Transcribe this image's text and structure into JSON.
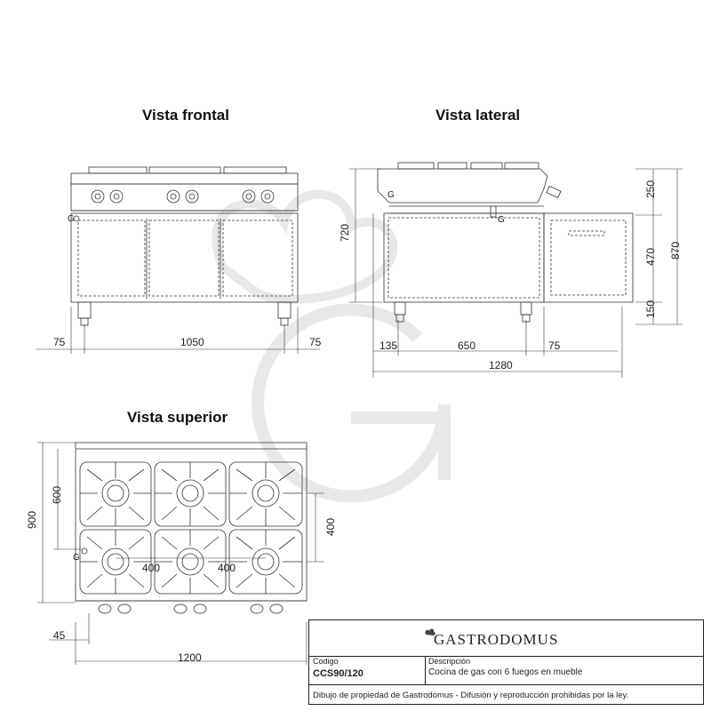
{
  "views": {
    "frontal": "Vista frontal",
    "lateral": "Vista lateral",
    "superior": "Vista superior"
  },
  "gas_label": "G",
  "dimensions": {
    "frontal": {
      "left_margin": "75",
      "width": "1050",
      "right_margin": "75"
    },
    "lateral": {
      "left_margin": "135",
      "depth": "650",
      "right_margin": "75",
      "total_depth": "1280",
      "height_top": "250",
      "height_mid": "470",
      "height_legs": "150",
      "height_work": "720",
      "height_total": "870"
    },
    "superior": {
      "depth_total": "900",
      "depth_front": "600",
      "burner_pitch_depth": "400",
      "burner_pitch_1": "400",
      "burner_pitch_2": "400",
      "offset_left": "45",
      "width": "1200"
    }
  },
  "titleblock": {
    "brand": "GASTRODOMUS",
    "codigo_label": "Codigo",
    "codigo_value": "CCS90/120",
    "descripcion_label": "Descripción",
    "descripcion_value": "Cocina de gas con 6 fuegos en mueble",
    "footer": "Dibujo de propiedad de Gastrodomus - Difusión y reproducción prohibidas por la ley."
  },
  "colors": {
    "line": "#333333",
    "watermark": "#e6e6e6",
    "background": "#ffffff"
  }
}
